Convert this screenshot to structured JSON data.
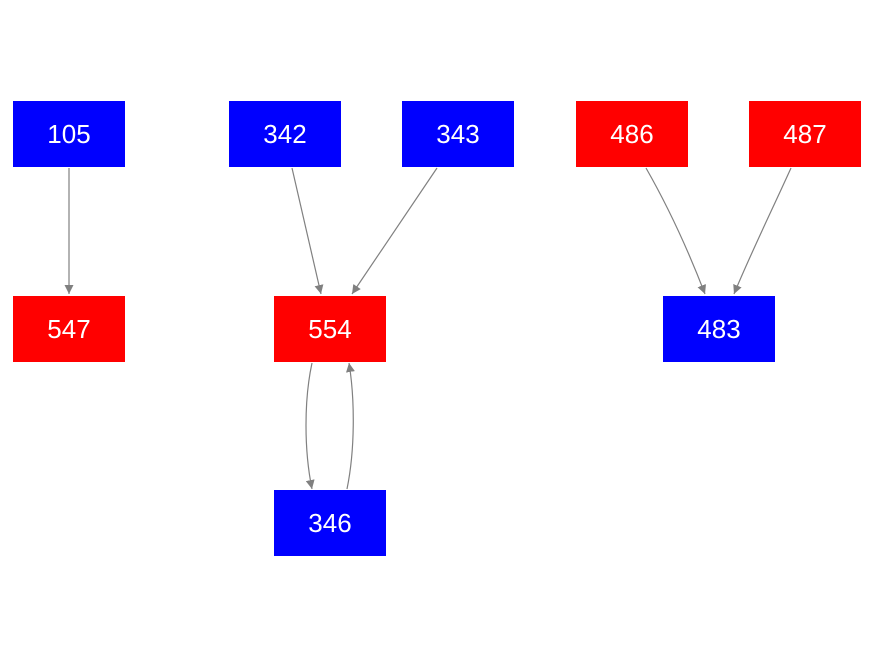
{
  "colors": {
    "blue": "#0000ff",
    "red": "#ff0000",
    "edge": "#808080",
    "label": "#ffffff"
  },
  "nodes": {
    "n105": {
      "label": "105",
      "color": "blue"
    },
    "n342": {
      "label": "342",
      "color": "blue"
    },
    "n343": {
      "label": "343",
      "color": "blue"
    },
    "n486": {
      "label": "486",
      "color": "red"
    },
    "n487": {
      "label": "487",
      "color": "red"
    },
    "n547": {
      "label": "547",
      "color": "red"
    },
    "n554": {
      "label": "554",
      "color": "red"
    },
    "n483": {
      "label": "483",
      "color": "blue"
    },
    "n346": {
      "label": "346",
      "color": "blue"
    }
  },
  "edges": [
    {
      "from": "105",
      "to": "547"
    },
    {
      "from": "342",
      "to": "554"
    },
    {
      "from": "343",
      "to": "554"
    },
    {
      "from": "486",
      "to": "483"
    },
    {
      "from": "487",
      "to": "483"
    },
    {
      "from": "554",
      "to": "346"
    },
    {
      "from": "346",
      "to": "554"
    }
  ]
}
